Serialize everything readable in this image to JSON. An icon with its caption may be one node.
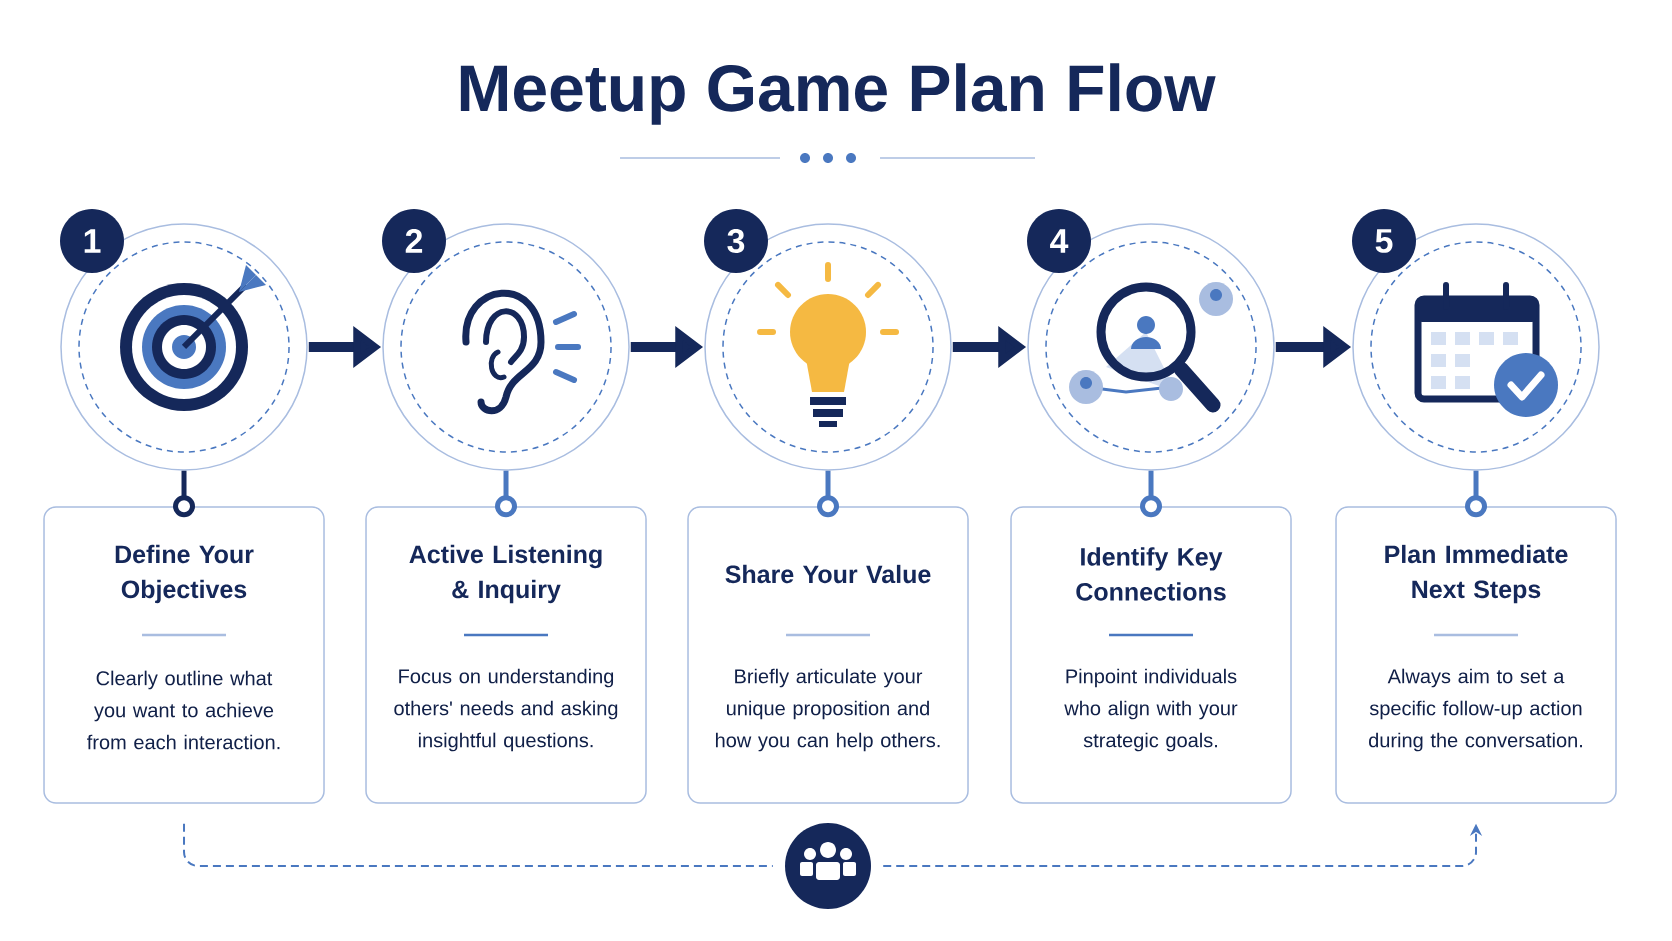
{
  "diagram": {
    "title": "Meetup Game Plan Flow",
    "nodes": [
      {
        "text": [
          "1"
        ]
      },
      {
        "text": [],
        "shape": "circle"
      },
      {
        "text": [
          "Define Your Objectives",
          "Clearly outline what you want to achieve from each interaction."
        ]
      },
      {
        "text": [
          "2"
        ]
      },
      {
        "text": [],
        "shape": "circle"
      },
      {
        "text": [
          "Active Listening & Inquiry",
          "Focus on understanding others' needs and asking insightful questions."
        ]
      },
      {
        "text": [
          "3"
        ]
      },
      {
        "text": [],
        "shape": "circle"
      },
      {
        "text": [
          "Share Your Value",
          "Briefly articulate your unique proposition and how you can help others."
        ]
      },
      {
        "text": [
          "4"
        ]
      },
      {
        "text": [],
        "shape": "circle"
      },
      {
        "text": [
          "Identify Key Connections",
          "Pinpoint individuals who align with your strategic goals."
        ]
      },
      {
        "text": [
          "5"
        ]
      },
      {
        "text": [],
        "shape": "circle"
      },
      {
        "text": [
          "Plan Immediate Next Steps",
          "Always aim to set a specific follow-up action during the conversation."
        ]
      },
      {
        "text": [],
        "shape": "circle"
      }
    ],
    "edges": [
      {
        "from": 1,
        "to": 4,
        "arrow": "to",
        "style": "thick",
        "color": "#15285a"
      },
      {
        "from": 4,
        "to": 7,
        "arrow": "to",
        "style": "thick",
        "color": "#15285a"
      },
      {
        "from": 7,
        "to": 10,
        "arrow": "to",
        "style": "thick",
        "color": "#15285a"
      },
      {
        "from": 10,
        "to": 13,
        "arrow": "to",
        "style": "thick",
        "color": "#15285a"
      },
      {
        "from": 1,
        "to": 2,
        "arrow": "other",
        "color": "#15285a"
      },
      {
        "from": 4,
        "to": 5,
        "arrow": "other"
      },
      {
        "from": 7,
        "to": 8,
        "arrow": "other"
      },
      {
        "from": 10,
        "to": 11,
        "arrow": "other"
      },
      {
        "from": 13,
        "to": 14,
        "arrow": "other"
      },
      {
        "from": 2,
        "to": 15,
        "arrow": "none",
        "style": "dashed"
      },
      {
        "from": 15,
        "to": 14,
        "arrow": "to",
        "style": "dashed"
      }
    ]
  }
}
